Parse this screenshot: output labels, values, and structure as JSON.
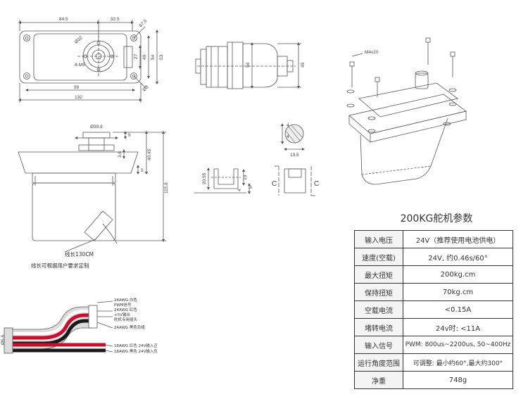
{
  "top_view": {
    "dims": [
      "84.5",
      "32.5",
      "67.5",
      "Ø32",
      "4-M5",
      "27",
      "40",
      "54",
      "53",
      "99",
      "132",
      "Ø8"
    ]
  },
  "side_view": {
    "dims": [
      "54",
      "49"
    ]
  },
  "front_view": {
    "dims": [
      "Ø39.8",
      "9",
      "40.45",
      "3.6",
      "5",
      "115.8"
    ],
    "cable_length": "线长130CM",
    "cable_note": "线长可根据用户要求定制"
  },
  "bracket_views": {
    "dims": [
      "20.55",
      "13",
      "5",
      "4"
    ],
    "section_label": "C"
  },
  "spline_view": {
    "dims": [
      "4",
      "4",
      "13.5"
    ]
  },
  "exploded_view": {
    "screw_label": "M4x20"
  },
  "wiring": {
    "diameter": "Ø5.6",
    "labels": [
      "24AWG 白色",
      "PWM信号",
      "24AWG 红色",
      "+5V输出",
      "舵机专用插头",
      "24AWG 黑色负极",
      "18AWG 红色 24V输入正",
      "18AWG 黑色 24V输入负"
    ],
    "colors": {
      "red": "#c8102e",
      "black": "#1a1a1a",
      "white": "#ffffff",
      "jacket": "#dcdcdc"
    }
  },
  "spec_table": {
    "title": "200KG舵机参数",
    "rows": [
      {
        "key": "输入电压",
        "value": "24V（推荐使用电池供电）"
      },
      {
        "key": "速度(空载)",
        "value": "24V, 约0.46s/60°"
      },
      {
        "key": "最大扭矩",
        "value": "200kg.cm"
      },
      {
        "key": "保持扭矩",
        "value": "70kg.cm"
      },
      {
        "key": "空载电流",
        "value": "<0.15A"
      },
      {
        "key": "堵转电流",
        "value": "24v时: <11A"
      },
      {
        "key": "输入信号",
        "value": "PWM: 800us~2200us, 50~400Hz"
      },
      {
        "key": "运行角度范围",
        "value": "可调整: 最小约60°,最大约300°"
      },
      {
        "key": "净重",
        "value": "748g"
      }
    ]
  }
}
